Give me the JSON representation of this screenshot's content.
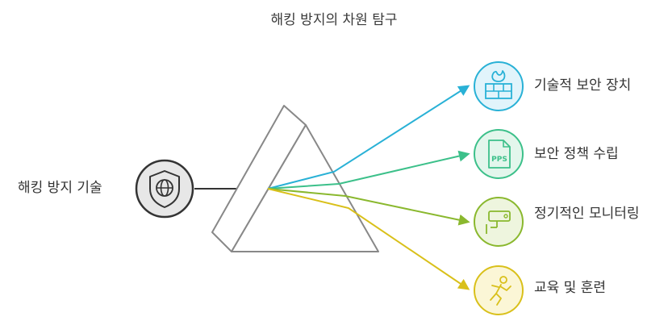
{
  "title": "해킹 방지의 차원 탐구",
  "source": {
    "label": "해킹 방지 기술",
    "icon": "shield-globe-icon"
  },
  "outputs": [
    {
      "label": "기술적 보안 장치",
      "icon": "firewall-icon",
      "color": "#29b1d6"
    },
    {
      "label": "보안 정책 수립",
      "icon": "pps-document-icon",
      "icon_text": "PPS",
      "color": "#3cc08a"
    },
    {
      "label": "정기적인 모니터링",
      "icon": "security-camera-icon",
      "color": "#8ab82e"
    },
    {
      "label": "교육 및 훈련",
      "icon": "running-person-icon",
      "color": "#d9c01a"
    }
  ]
}
